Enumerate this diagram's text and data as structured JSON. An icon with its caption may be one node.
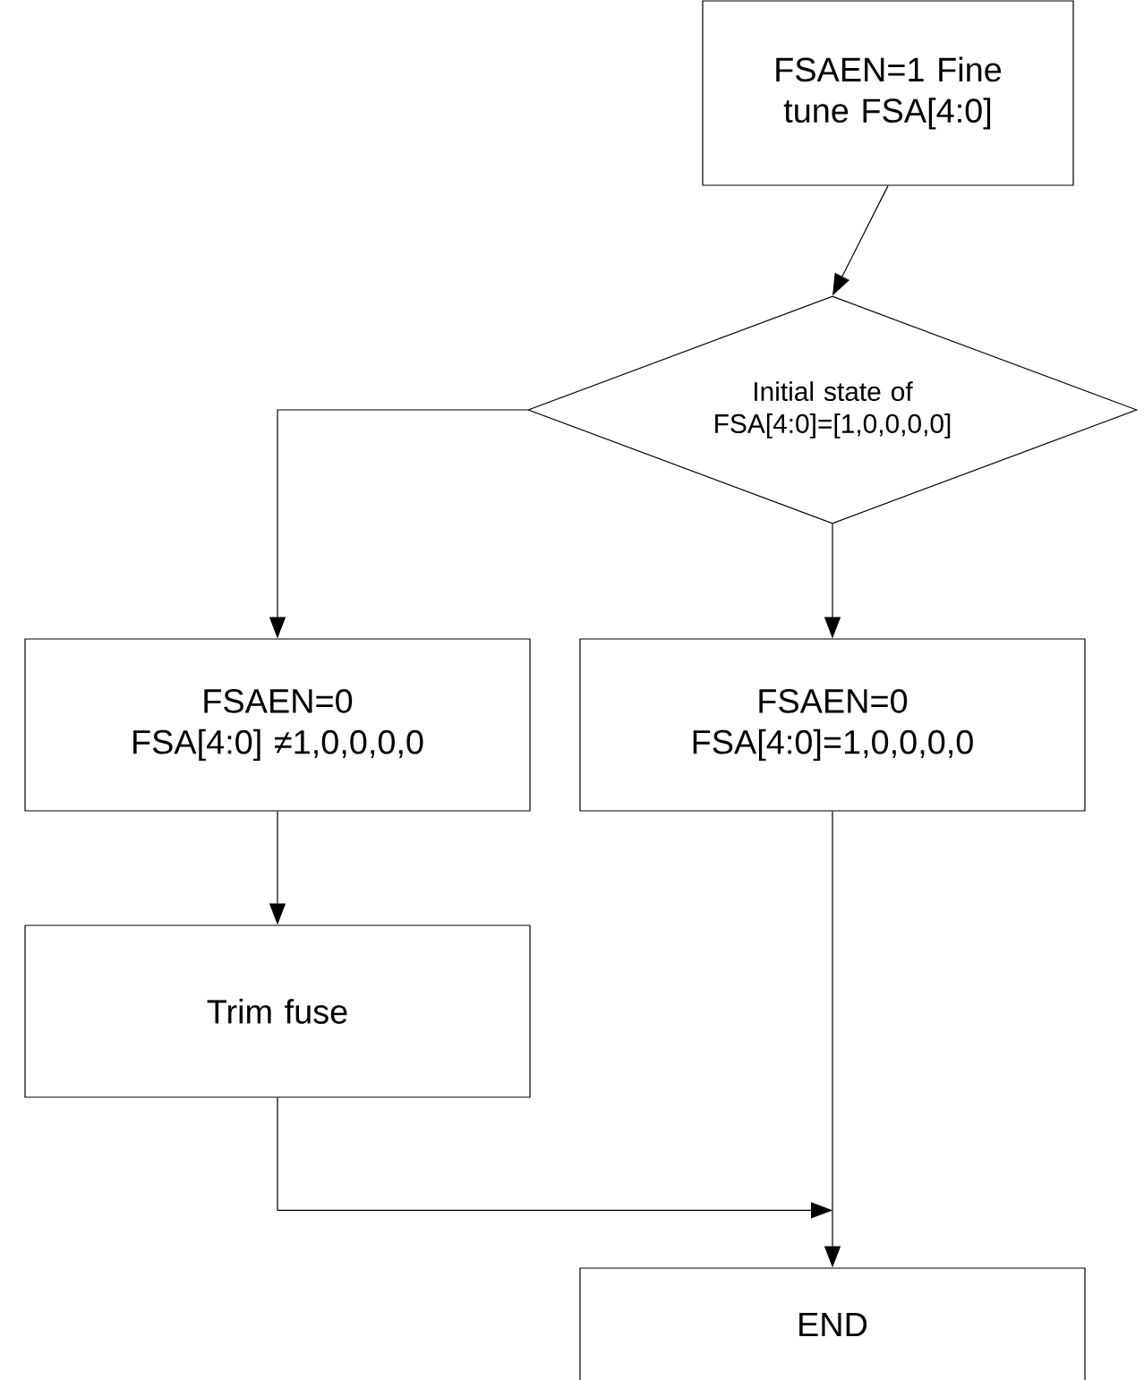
{
  "diagram": {
    "nodes": [
      {
        "text": [
          "FSAEN=1 Fine tune FSA[4:0]"
        ]
      },
      {
        "text": [
          "Initial state of FSA[4:0]=[1,0,0,0,0]"
        ]
      },
      {
        "text": [
          "FSAEN=0 FSA[4:0] ≠1,0,0,0,0"
        ]
      },
      {
        "text": [
          "FSAEN=0 FSA[4:0]=1,0,0,0,0"
        ]
      },
      {
        "text": [
          "Trim fuse"
        ]
      },
      {
        "text": [
          "END"
        ]
      }
    ],
    "edges": [
      {
        "from": 0,
        "to": 1,
        "arrow": "to"
      },
      {
        "from": 1,
        "to": 2,
        "arrow": "to"
      },
      {
        "from": 1,
        "to": 3,
        "arrow": "to"
      },
      {
        "from": 2,
        "to": 4,
        "arrow": "to"
      },
      {
        "from": 4,
        "to": 5,
        "arrow": "to"
      },
      {
        "from": 3,
        "to": 5,
        "arrow": "to"
      }
    ]
  }
}
